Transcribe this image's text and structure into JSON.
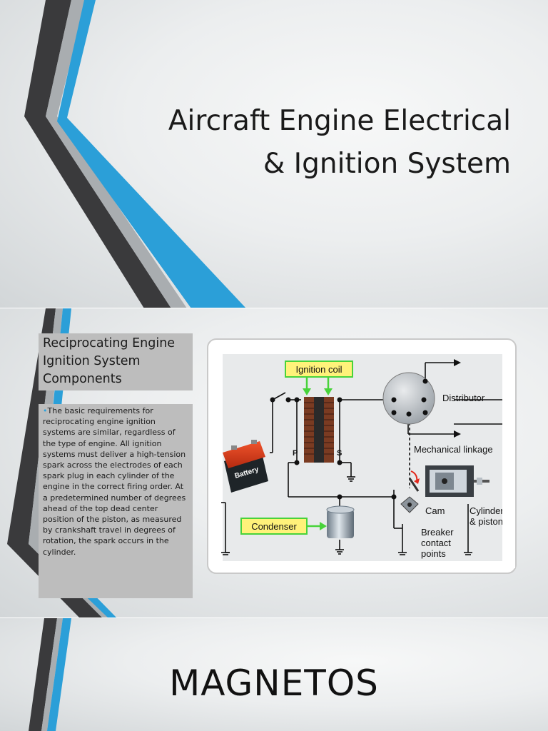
{
  "slides": [
    {
      "title_line1": "Aircraft Engine Electrical",
      "title_line2": "& Ignition System"
    },
    {
      "heading": "Reciprocating Engine Ignition System Components",
      "body": "The basic requirements for reciprocating engine ignition systems are similar, regardless of the type of engine. All ignition systems must deliver a high-tension spark across the electrodes of each spark plug in each cylinder of the engine in the correct firing order. At a predetermined number of degrees ahead of the top dead center position of the piston, as measured by crankshaft travel in degrees of rotation, the spark occurs in the cylinder.",
      "diagram": {
        "ignition_coil": "Ignition coil",
        "distributor": "Distributor",
        "mechanical_linkage": "Mechanical linkage",
        "battery": "Battery",
        "p": "P",
        "s": "S",
        "condenser": "Condenser",
        "cam": "Cam",
        "cylinder_line1": "Cylinder",
        "cylinder_line2": "& piston",
        "breaker_line1": "Breaker",
        "breaker_line2": "contact",
        "breaker_line3": "points"
      }
    },
    {
      "title": "MAGNETOS"
    }
  ],
  "colors": {
    "accent_blue": "#2b9fd8",
    "dark_gray": "#3a3a3c",
    "label_green_fill": "#fff27a",
    "label_green_border": "#48d33a"
  }
}
